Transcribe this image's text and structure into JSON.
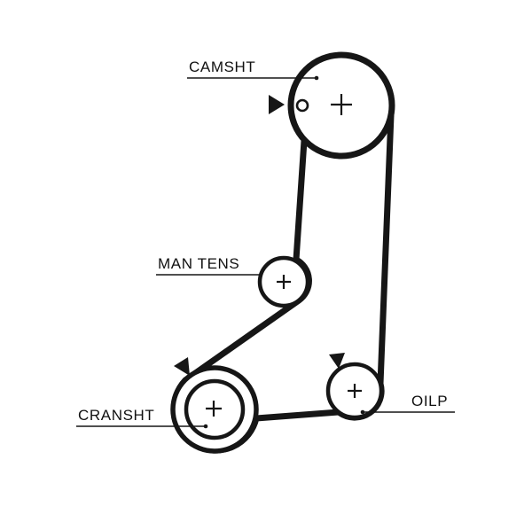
{
  "diagram": {
    "type": "timing-belt-routing-diagram",
    "background_color": "#ffffff",
    "line_color": "#161616",
    "labels": {
      "camshaft": "CAMSHT",
      "manual_tensioner": "MAN TENS",
      "crankshaft": "CRANSHT",
      "oil_pump": "OILP"
    },
    "markers": {
      "camshaft_timing_arrow": "right-pointing-triangle",
      "crankshaft_timing_arrow": "down-right-pointing-triangle",
      "oil_pump_timing_arrow": "down-pointing-triangle",
      "camshaft_alignment_hole": "small-circle",
      "pulley_center_mark": "plus-cross"
    }
  }
}
